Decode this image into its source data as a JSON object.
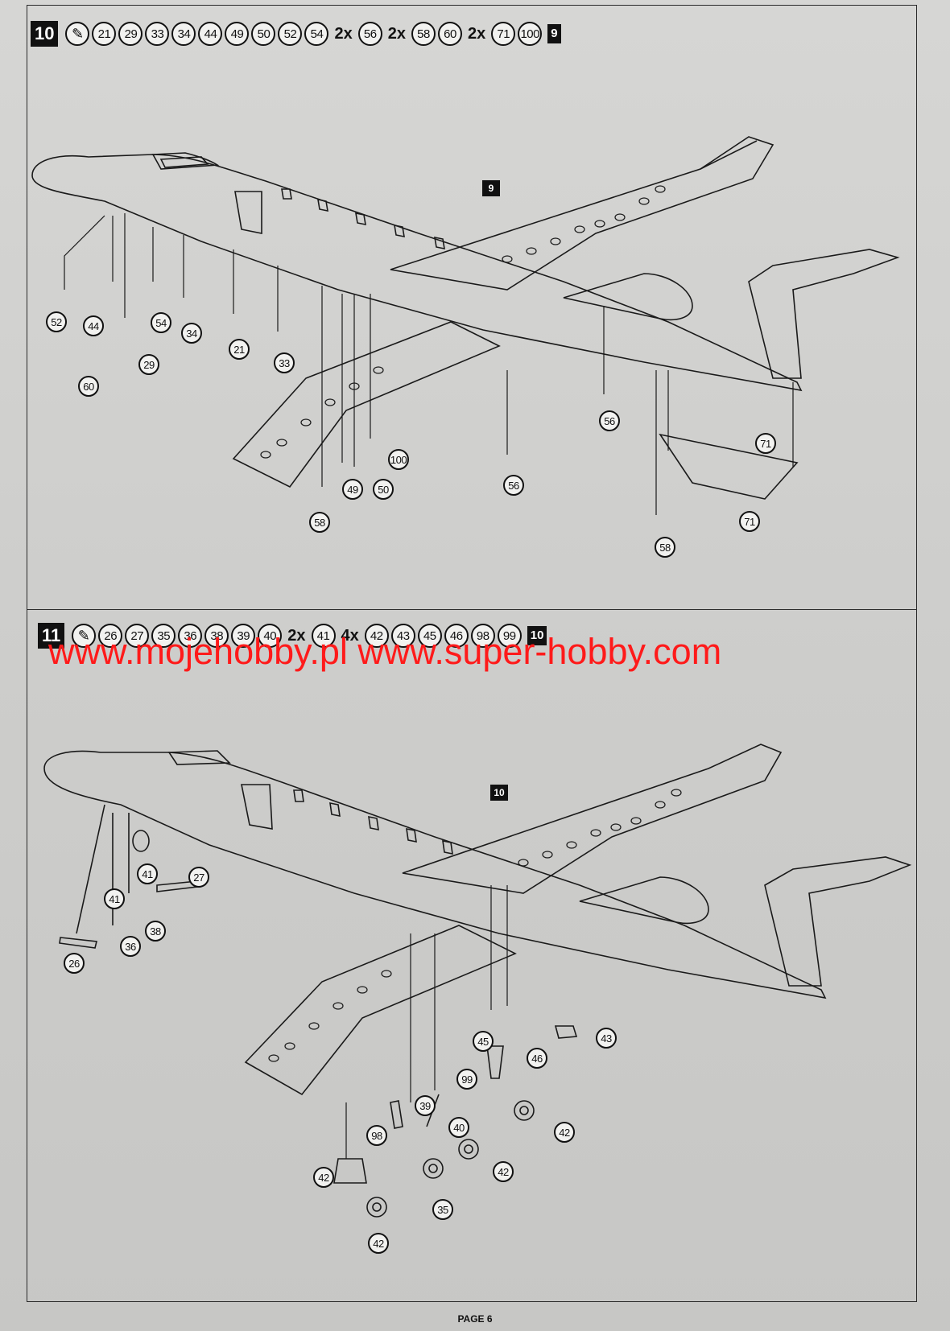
{
  "step10": {
    "number": "10",
    "glue_icon": "glue-tube-icon",
    "parts": [
      {
        "label": "21"
      },
      {
        "label": "29"
      },
      {
        "label": "33"
      },
      {
        "label": "34"
      },
      {
        "label": "44"
      },
      {
        "label": "49"
      },
      {
        "label": "50"
      },
      {
        "label": "52"
      },
      {
        "label": "54"
      },
      {
        "mult": "2x"
      },
      {
        "label": "56"
      },
      {
        "mult": "2x"
      },
      {
        "label": "58"
      },
      {
        "label": "60"
      },
      {
        "mult": "2x"
      },
      {
        "label": "71"
      },
      {
        "label": "100"
      }
    ],
    "ref": "9",
    "drawing_marker": "9",
    "callouts": [
      "52",
      "44",
      "54",
      "34",
      "21",
      "33",
      "60",
      "29",
      "49",
      "50",
      "100",
      "58",
      "56",
      "56",
      "71",
      "71",
      "58"
    ]
  },
  "step11": {
    "number": "11",
    "glue_icon": "glue-tube-icon",
    "parts": [
      {
        "label": "26"
      },
      {
        "label": "27"
      },
      {
        "label": "35"
      },
      {
        "label": "36"
      },
      {
        "label": "38"
      },
      {
        "label": "39"
      },
      {
        "label": "40"
      },
      {
        "mult": "2x"
      },
      {
        "label": "41"
      },
      {
        "mult": "4x"
      },
      {
        "label": "42"
      },
      {
        "label": "43"
      },
      {
        "label": "45"
      },
      {
        "label": "46"
      },
      {
        "label": "98"
      },
      {
        "label": "99"
      }
    ],
    "ref": "10",
    "drawing_marker": "10",
    "callouts": [
      "41",
      "27",
      "41",
      "38",
      "36",
      "26",
      "45",
      "46",
      "99",
      "43",
      "39",
      "40",
      "98",
      "42",
      "42",
      "35",
      "42",
      "42"
    ]
  },
  "watermark": "www.mojehobby.pl www.super-hobby.com",
  "footer": "PAGE 6",
  "colors": {
    "watermark": "#ff1a1a",
    "ink": "#111111",
    "paper": "#d2d2d0"
  }
}
